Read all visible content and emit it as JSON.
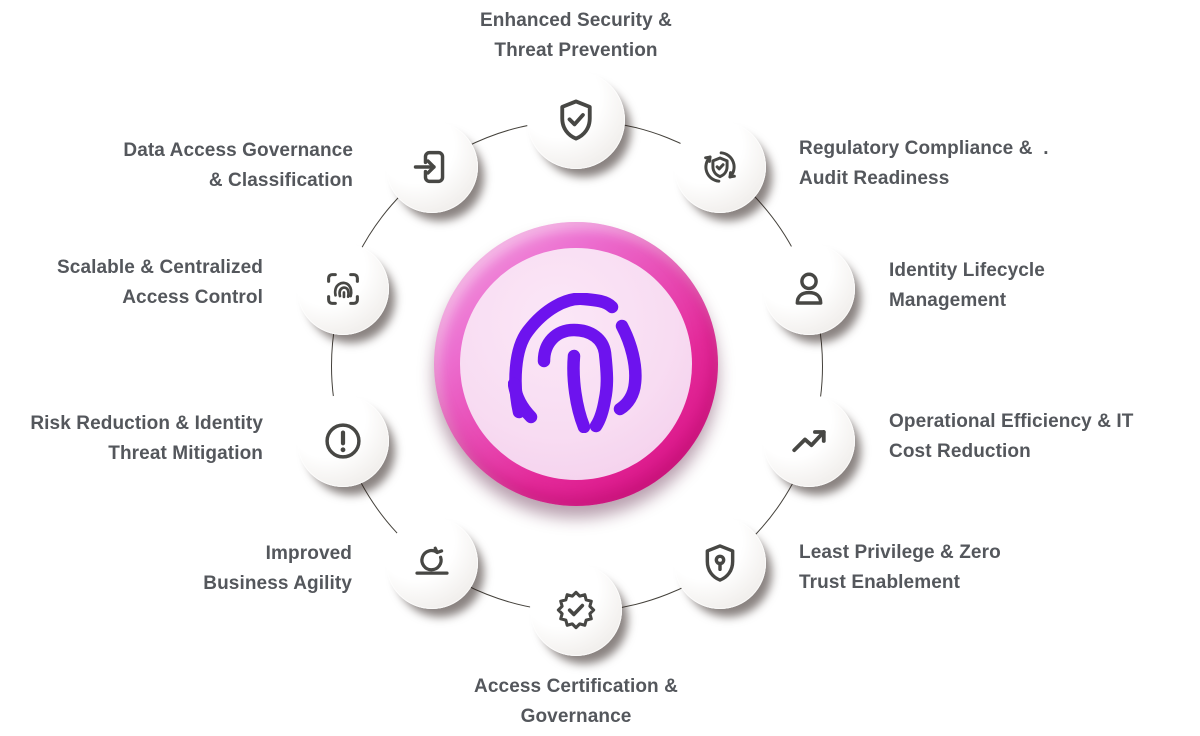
{
  "colors": {
    "label_text": "#54575c",
    "icon_stroke": "#474744",
    "ring_line": "#44413b",
    "center_ring_light": "#f3a7e3",
    "center_ring_deep": "#d80c81",
    "center_inner": "#f8dcf2",
    "fingerprint_purple": "#6d13ee"
  },
  "center": {
    "icon": "fingerprint-icon"
  },
  "items": [
    {
      "id": "enhanced-security",
      "icon": "shield-check-icon",
      "line1": "Enhanced Security &",
      "line2": "Threat Prevention"
    },
    {
      "id": "regulatory-compliance",
      "icon": "compliance-sync-icon",
      "line1": "Regulatory Compliance &  .",
      "line2": "Audit Readiness"
    },
    {
      "id": "identity-lifecycle",
      "icon": "user-icon",
      "line1": "Identity Lifecycle",
      "line2": "Management"
    },
    {
      "id": "operational-efficiency",
      "icon": "trend-up-icon",
      "line1": "Operational Efficiency & IT",
      "line2": "Cost Reduction"
    },
    {
      "id": "least-privilege",
      "icon": "shield-lock-icon",
      "line1": "Least Privilege & Zero",
      "line2": "Trust Enablement"
    },
    {
      "id": "access-certification",
      "icon": "seal-check-icon",
      "line1": "Access Certification &",
      "line2": "Governance"
    },
    {
      "id": "business-agility",
      "icon": "iteration-loop-icon",
      "line1": "Improved",
      "line2": "Business Agility"
    },
    {
      "id": "risk-reduction",
      "icon": "alert-circle-icon",
      "line1": "Risk Reduction & Identity",
      "line2": "Threat Mitigation"
    },
    {
      "id": "access-control",
      "icon": "fingerprint-scan-icon",
      "line1": "Scalable & Centralized",
      "line2": "Access Control"
    },
    {
      "id": "data-governance",
      "icon": "login-arrow-icon",
      "line1": "Data Access Governance",
      "line2": "& Classification"
    }
  ]
}
